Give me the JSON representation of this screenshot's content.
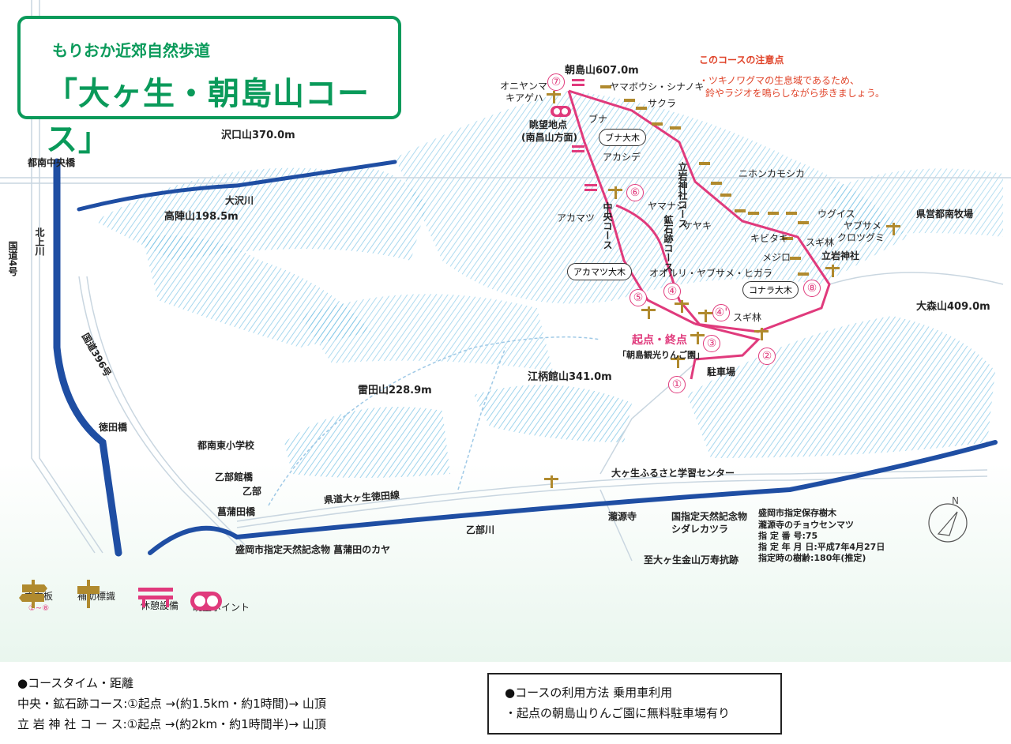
{
  "title": {
    "subtitle": "もりおか近郊自然歩道",
    "main": "「大ヶ生・朝島山コース」"
  },
  "notice": {
    "heading": "このコースの注意点",
    "line1": "・ツキノワグマの生息域であるため、",
    "line2": "鈴やラジオを鳴らしながら歩きましょう。"
  },
  "places": {
    "asashima": "朝島山607.0m",
    "sawaguchi": "沢口山370.0m",
    "takajin": "高陣山198.5m",
    "oomori": "大森山409.0m",
    "ebetate": "江柄館山341.0m",
    "raiden": "雷田山228.9m",
    "tonan_chuo_bridge": "都南中央橋",
    "oosawa_river": "大沢川",
    "kitakami_river": "北上川",
    "route4": "国道4号",
    "route396": "国道396号",
    "tokuta_bridge": "徳田橋",
    "tonan_higashi_school": "都南東小学校",
    "otobe_tate_bridge": "乙部館橋",
    "otobe": "乙部",
    "shobuta_bridge": "菖蒲田橋",
    "kendo": "県道大ヶ生徳田線",
    "otobe_river": "乙部川",
    "shobuta_kaya": "盛岡市指定天然記念物 菖蒲田のカヤ",
    "learning_center": "大ヶ生ふるさと学習センター",
    "kenei_farm": "県営都南牧場",
    "tateiwa_shrine": "立岩神社",
    "parking": "駐車場",
    "orchard": "「朝島観光りんご園」",
    "start_end": "起点・終点",
    "viewpoint_line1": "眺望地点",
    "viewpoint_line2": "(南昌山方面)",
    "kingsan": "至大ヶ生金山万寿抗跡",
    "rougenji": "瀧源寺",
    "shidare_line1": "国指定天然記念物",
    "shidare_line2": "シダレカツラ",
    "protected_tree": {
      "line1": "盛岡市指定保存樹木",
      "line2": "瀧源寺のチョウセンマツ",
      "line3": "指 定 番 号:75",
      "line4": "指 定 年 月 日:平成7年4月27日",
      "line5": "指定時の樹齢:180年(推定)"
    }
  },
  "courses": {
    "chuo": "中央コース",
    "koseki": "鉱石跡コース",
    "tateiwa": "立岩神社コース"
  },
  "trees": {
    "oniyanma": "オニヤンマ",
    "kiagaha": "キアゲハ",
    "yamaboushi": "ヤマボウシ・シナノキ",
    "sakura": "サクラ",
    "buna": "ブナ",
    "buna_big": "ブナ大木",
    "akashide": "アカシデ",
    "nihonkamoshika": "ニホンカモシカ",
    "akamatsu": "アカマツ",
    "yamanashi": "ヤマナシ",
    "keyaki": "ケヤキ",
    "uguisu": "ウグイス",
    "yabusame": "ヤブサメ",
    "kurotsugumi": "クロツグミ",
    "kibitaki": "キビタキ",
    "sugibayashi1": "スギ林",
    "mejiro": "メジロ",
    "akamatsu_big": "アカマツ大木",
    "konara_big": "コナラ大木",
    "oorui": "オオルリ・ヤブサメ・ヒガラ",
    "sugibayashi2": "スギ林"
  },
  "points": [
    "①",
    "②",
    "③",
    "④",
    "④'",
    "⑤",
    "⑥",
    "⑦",
    "⑧"
  ],
  "legend": {
    "direction": "方向板",
    "direction_sub": "①~⑧",
    "aux": "補助標識",
    "rest": "休憩設備",
    "view": "眺望ポイント"
  },
  "course_time": {
    "heading": "●コースタイム・距離",
    "row1": "中央・鉱石跡コース:①起点 →(約1.5km・約1時間)→ 山頂",
    "row2": "立 岩 神 社 コ ー ス:①起点 →(約2km・約1時間半)→ 山頂"
  },
  "usage": {
    "heading": "●コースの利用方法  乗用車利用",
    "line1": "・起点の朝島山りんご園に無料駐車場有り"
  },
  "colors": {
    "river": "#1f4ea3",
    "course": "#e03a7c",
    "title": "#0a9a5a",
    "mountain": "#5fb7e0",
    "sign": "#b08a2e"
  }
}
